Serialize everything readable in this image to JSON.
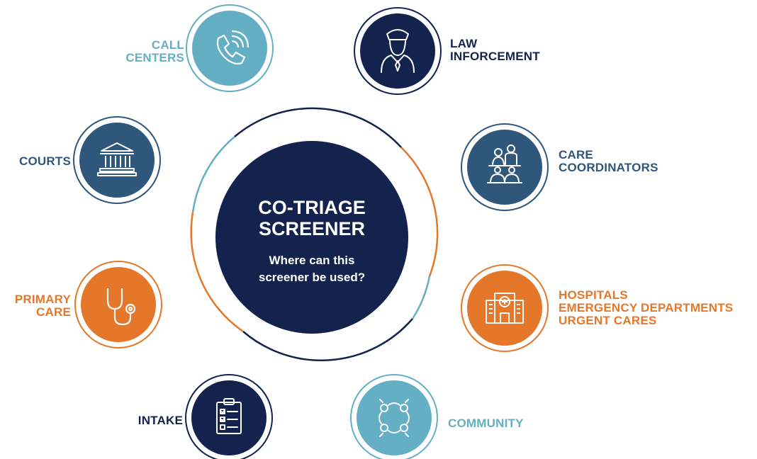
{
  "center": {
    "title_lines": [
      "CO-TRIAGE",
      "SCREENER"
    ],
    "subtitle_lines": [
      "Where can this",
      "screener be used?"
    ]
  },
  "colors": {
    "navy": "#13234d",
    "steel_blue": "#2f567b",
    "light_blue": "#64afc3",
    "orange": "#e5772b"
  },
  "nodes": [
    {
      "id": "call-centers",
      "label_lines": [
        "CALL",
        "CENTERS"
      ],
      "icon": "phone-icon",
      "color": "#64afc3"
    },
    {
      "id": "law-enforcement",
      "label_lines": [
        "LAW",
        "INFORCEMENT"
      ],
      "icon": "police-officer-icon",
      "color": "#13234d"
    },
    {
      "id": "courts",
      "label_lines": [
        "COURTS"
      ],
      "icon": "courthouse-icon",
      "color": "#2f567b"
    },
    {
      "id": "care-coordinators",
      "label_lines": [
        "CARE",
        "COORDINATORS"
      ],
      "icon": "meeting-people-icon",
      "color": "#2f567b"
    },
    {
      "id": "primary-care",
      "label_lines": [
        "PRIMARY",
        "CARE"
      ],
      "icon": "stethoscope-icon",
      "color": "#e5772b"
    },
    {
      "id": "hospitals",
      "label_lines": [
        "HOSPITALS",
        "EMERGENCY DEPARTMENTS",
        "URGENT CARES"
      ],
      "icon": "hospital-building-icon",
      "color": "#e5772b"
    },
    {
      "id": "intake",
      "label_lines": [
        "INTAKE"
      ],
      "icon": "clipboard-checklist-icon",
      "color": "#13234d"
    },
    {
      "id": "community",
      "label_lines": [
        "COMMUNITY"
      ],
      "icon": "community-network-icon",
      "color": "#64afc3"
    }
  ]
}
